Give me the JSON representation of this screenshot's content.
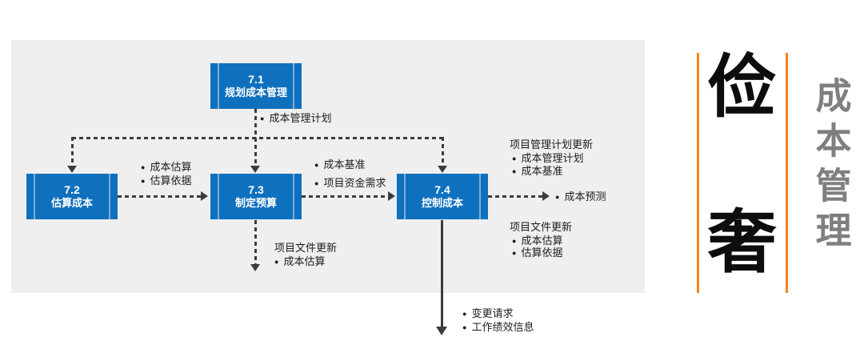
{
  "glyphs": {
    "bullet": "●"
  },
  "colors": {
    "box_blue": "#0F70BE",
    "panel_gray": "#EFEFEF",
    "line_dark": "#3C3C3C",
    "accent_orange": "#F5821F",
    "title_gray": "#7F7F7F"
  },
  "boxes": [
    {
      "id": "7.1",
      "label": "规划成本管理"
    },
    {
      "id": "7.2",
      "label": "估算成本"
    },
    {
      "id": "7.3",
      "label": "制定预算"
    },
    {
      "id": "7.4",
      "label": "控制成本"
    }
  ],
  "edge_labels": {
    "plan_output": "成本管理计划",
    "estimate_to_budget": [
      "成本估算",
      "估算依据"
    ],
    "budget_to_control": [
      "成本基准",
      "项目资金需求"
    ],
    "budget_down_title": "项目文件更新",
    "budget_down_items": [
      "成本估算"
    ],
    "control_right_top_title": "项目管理计划更新",
    "control_right_top_items": [
      "成本管理计划",
      "成本基准"
    ],
    "control_out": "成本预测",
    "control_right_bottom_title": "项目文件更新",
    "control_right_bottom_items": [
      "成本估算",
      "估算依据"
    ],
    "control_down_items": [
      "变更请求",
      "工作绩效信息"
    ]
  },
  "title_panel": {
    "char_top": "俭",
    "char_bottom": "奢",
    "vertical_title": "成本管理"
  }
}
